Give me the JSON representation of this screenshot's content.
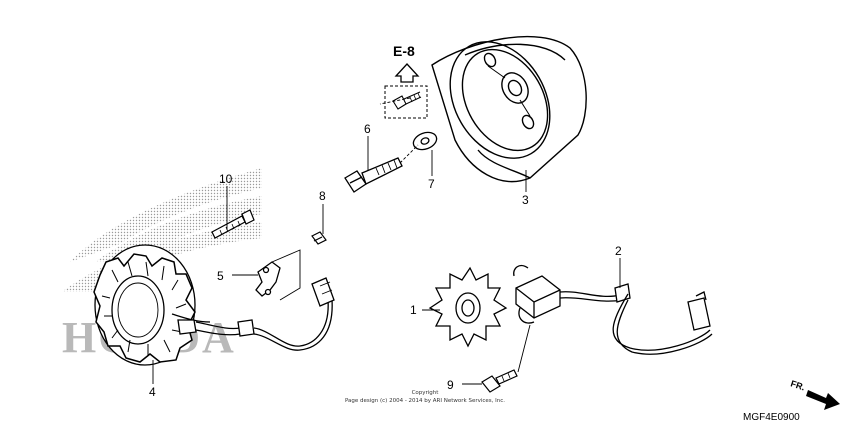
{
  "diagram": {
    "reference_label": "E-8",
    "diagram_code": "MGF4E0900",
    "direction_label": "FR.",
    "copyright_line1": "Copyright",
    "copyright_line2": "Page design (c) 2004 - 2014 by ARI Network Services, Inc.",
    "watermark_text": "HONDA",
    "callouts": [
      {
        "id": "1",
        "label": "1"
      },
      {
        "id": "2",
        "label": "2"
      },
      {
        "id": "3",
        "label": "3"
      },
      {
        "id": "4",
        "label": "4"
      },
      {
        "id": "5",
        "label": "5"
      },
      {
        "id": "6",
        "label": "6"
      },
      {
        "id": "7",
        "label": "7"
      },
      {
        "id": "8",
        "label": "8"
      },
      {
        "id": "9",
        "label": "9"
      },
      {
        "id": "10",
        "label": "10"
      }
    ]
  }
}
